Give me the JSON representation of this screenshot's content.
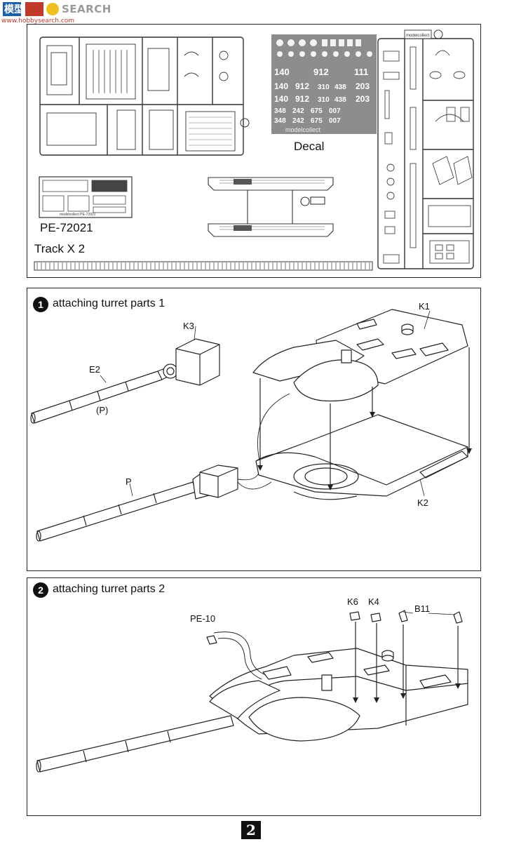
{
  "watermark": {
    "logo_text": "模型",
    "site_text": "SEARCH",
    "url": "www.hobbysearch.com"
  },
  "sprue_panel": {
    "decal_label": "Decal",
    "pe_label": "PE-72021",
    "track_label": "Track X 2",
    "decal_sheet": {
      "rows": [
        [
          "140",
          "912",
          "111"
        ],
        [
          "140",
          "912",
          "310",
          "438",
          "203"
        ],
        [
          "140",
          "912",
          "310",
          "438",
          "203"
        ],
        [
          "348",
          "242",
          "675",
          "007"
        ],
        [
          "348",
          "242",
          "675",
          "007"
        ]
      ],
      "brand": "modelcollect"
    },
    "pe_fret_text": "modelcollect PE-72021",
    "sprue_tag": "modelcollect"
  },
  "step1": {
    "number": "1",
    "title": "attaching turret parts 1",
    "parts": {
      "k1": "K1",
      "k2": "K2",
      "k3": "K3",
      "e2": "E2",
      "p_paren": "(P)",
      "p": "P"
    }
  },
  "step2": {
    "number": "2",
    "title": "attaching turret parts 2",
    "parts": {
      "pe10": "PE-10",
      "k6": "K6",
      "k4": "K4",
      "b11": "B11"
    }
  },
  "page_number": "2"
}
